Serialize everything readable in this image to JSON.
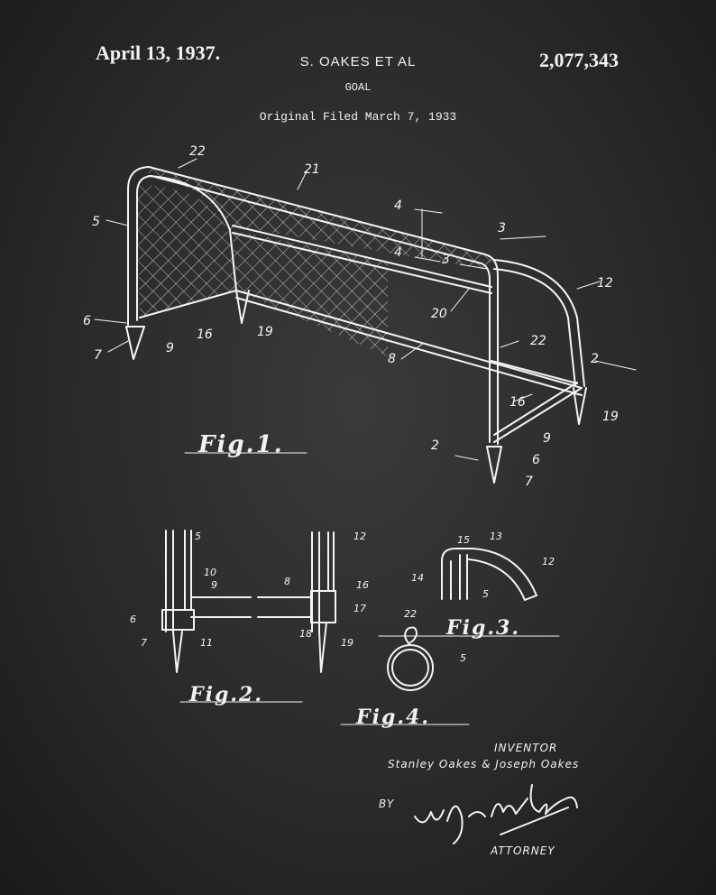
{
  "header": {
    "date": "April 13, 1937.",
    "inventors_short": "S. OAKES ET AL",
    "patent_number": "2,077,343",
    "title": "GOAL",
    "filed": "Original Filed March 7, 1933"
  },
  "figures": {
    "fig1": "Fig.1.",
    "fig2": "Fig.2.",
    "fig3": "Fig.3.",
    "fig4": "Fig.4."
  },
  "fig1_refs": [
    "22",
    "21",
    "4",
    "4",
    "3",
    "3",
    "5",
    "12",
    "6",
    "9",
    "7",
    "16",
    "19",
    "20",
    "8",
    "22",
    "2",
    "16",
    "19",
    "9",
    "6",
    "2",
    "7"
  ],
  "fig2_refs": [
    "5",
    "10",
    "9",
    "6",
    "7",
    "11",
    "12",
    "8",
    "16",
    "17",
    "18",
    "19"
  ],
  "fig3_refs": [
    "15",
    "13",
    "12",
    "14",
    "5"
  ],
  "fig4_refs": [
    "22",
    "5"
  ],
  "footer": {
    "inventor_heading": "INVENTOR",
    "inventor_names": "Stanley Oakes & Joseph Oakes",
    "by": "BY",
    "attorney": "ATTORNEY"
  },
  "colors": {
    "background": "#2a2a2a",
    "ink": "#f4f4f4"
  }
}
